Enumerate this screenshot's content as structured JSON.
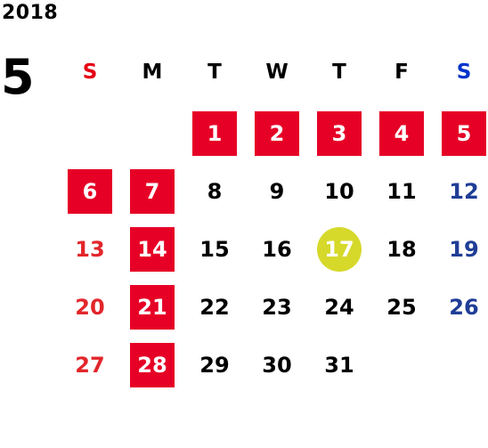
{
  "year": "2018",
  "month": "5",
  "weekdays": [
    {
      "label": "S",
      "kind": "sun"
    },
    {
      "label": "M",
      "kind": "normal"
    },
    {
      "label": "T",
      "kind": "normal"
    },
    {
      "label": "W",
      "kind": "normal"
    },
    {
      "label": "T",
      "kind": "normal"
    },
    {
      "label": "F",
      "kind": "normal"
    },
    {
      "label": "S",
      "kind": "sat"
    }
  ],
  "days": [
    {
      "day": "1",
      "col": 2,
      "row": 0,
      "state": "holiday"
    },
    {
      "day": "2",
      "col": 3,
      "row": 0,
      "state": "holiday"
    },
    {
      "day": "3",
      "col": 4,
      "row": 0,
      "state": "holiday"
    },
    {
      "day": "4",
      "col": 5,
      "row": 0,
      "state": "holiday"
    },
    {
      "day": "5",
      "col": 6,
      "row": 0,
      "state": "holiday"
    },
    {
      "day": "6",
      "col": 0,
      "row": 1,
      "state": "holiday"
    },
    {
      "day": "7",
      "col": 1,
      "row": 1,
      "state": "holiday"
    },
    {
      "day": "8",
      "col": 2,
      "row": 1,
      "state": "normal"
    },
    {
      "day": "9",
      "col": 3,
      "row": 1,
      "state": "normal"
    },
    {
      "day": "10",
      "col": 4,
      "row": 1,
      "state": "normal"
    },
    {
      "day": "11",
      "col": 5,
      "row": 1,
      "state": "normal"
    },
    {
      "day": "12",
      "col": 6,
      "row": 1,
      "state": "sat"
    },
    {
      "day": "13",
      "col": 0,
      "row": 2,
      "state": "sun"
    },
    {
      "day": "14",
      "col": 1,
      "row": 2,
      "state": "holiday"
    },
    {
      "day": "15",
      "col": 2,
      "row": 2,
      "state": "normal"
    },
    {
      "day": "16",
      "col": 3,
      "row": 2,
      "state": "normal"
    },
    {
      "day": "17",
      "col": 4,
      "row": 2,
      "state": "today"
    },
    {
      "day": "18",
      "col": 5,
      "row": 2,
      "state": "normal"
    },
    {
      "day": "19",
      "col": 6,
      "row": 2,
      "state": "sat"
    },
    {
      "day": "20",
      "col": 0,
      "row": 3,
      "state": "sun"
    },
    {
      "day": "21",
      "col": 1,
      "row": 3,
      "state": "holiday"
    },
    {
      "day": "22",
      "col": 2,
      "row": 3,
      "state": "normal"
    },
    {
      "day": "23",
      "col": 3,
      "row": 3,
      "state": "normal"
    },
    {
      "day": "24",
      "col": 4,
      "row": 3,
      "state": "normal"
    },
    {
      "day": "25",
      "col": 5,
      "row": 3,
      "state": "normal"
    },
    {
      "day": "26",
      "col": 6,
      "row": 3,
      "state": "sat"
    },
    {
      "day": "27",
      "col": 0,
      "row": 4,
      "state": "sun"
    },
    {
      "day": "28",
      "col": 1,
      "row": 4,
      "state": "holiday"
    },
    {
      "day": "29",
      "col": 2,
      "row": 4,
      "state": "normal"
    },
    {
      "day": "30",
      "col": 3,
      "row": 4,
      "state": "normal"
    },
    {
      "day": "31",
      "col": 4,
      "row": 4,
      "state": "normal"
    }
  ],
  "colors": {
    "holiday_bg": "#e60026",
    "today_bg": "#d6d92a",
    "sunday_text": "#e2262b",
    "saturday_text": "#1f3d96"
  }
}
